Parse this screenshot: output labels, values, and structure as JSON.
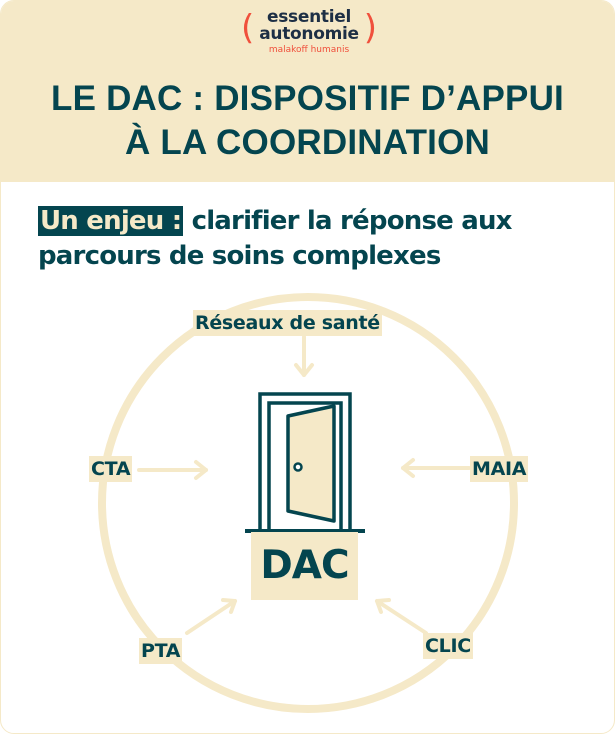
{
  "brand": {
    "line1": "essentiel",
    "line2": "autonomie",
    "line3": "malakoff humanis",
    "paren_left": "(",
    "paren_right": ")",
    "accent_color": "#f0503c",
    "text_color": "#1d2f45"
  },
  "header": {
    "title_line1": "LE DAC : DISPOSITIF D’APPUI",
    "title_line2": "À LA COORDINATION",
    "background": "#f5e9c8",
    "text_color": "#04454f"
  },
  "subtitle": {
    "highlight": "Un enjeu :",
    "rest_line1": " clarifier la réponse aux",
    "line2": "parcours de soins complexes"
  },
  "diagram": {
    "center": {
      "label": "DAC",
      "icon": "open-door-icon"
    },
    "nodes": [
      {
        "id": "reseaux",
        "label": "Réseaux de santé",
        "position": "top"
      },
      {
        "id": "cta",
        "label": "CTA",
        "position": "left"
      },
      {
        "id": "maia",
        "label": "MAIA",
        "position": "right"
      },
      {
        "id": "pta",
        "label": "PTA",
        "position": "bottom-left"
      },
      {
        "id": "clic",
        "label": "CLIC",
        "position": "bottom-right"
      }
    ],
    "circle_color": "#f5e9c8",
    "arrow_color": "#f5e9c8"
  }
}
